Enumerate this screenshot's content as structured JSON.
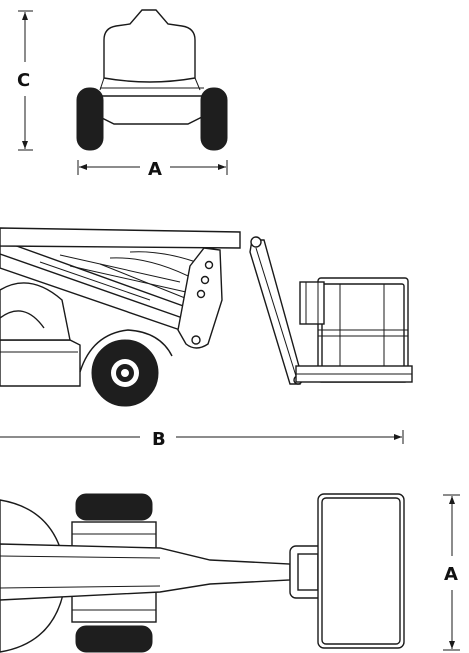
{
  "dimensions": {
    "front_height_label": "C",
    "front_width_label": "A",
    "side_length_label": "B",
    "top_width_label": "A"
  },
  "colors": {
    "line": "#1a1a1a",
    "tire": "#1e1e1e",
    "background": "#ffffff"
  }
}
